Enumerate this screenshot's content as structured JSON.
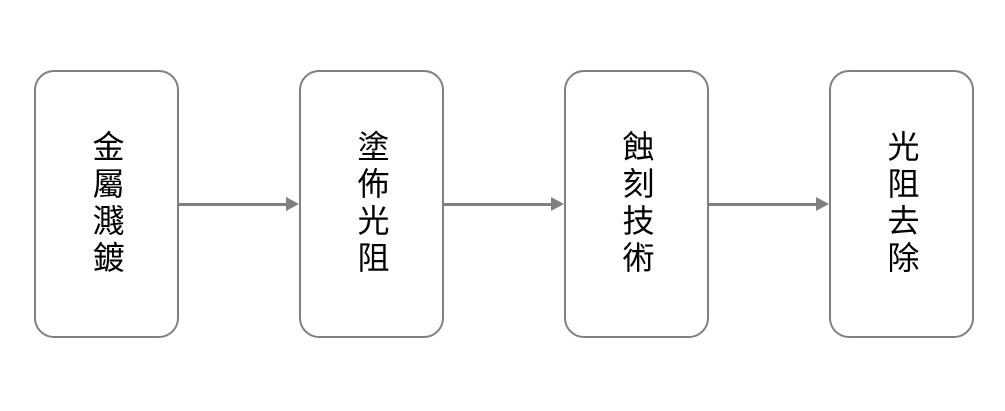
{
  "diagram": {
    "type": "flowchart",
    "direction": "left-to-right",
    "steps": [
      {
        "id": "step-1",
        "label": "金屬濺鍍"
      },
      {
        "id": "step-2",
        "label": "塗佈光阻"
      },
      {
        "id": "step-3",
        "label": "蝕刻技術"
      },
      {
        "id": "step-4",
        "label": "光阻去除"
      }
    ],
    "connectors": [
      {
        "from": "step-1",
        "to": "step-2",
        "style": "arrow"
      },
      {
        "from": "step-2",
        "to": "step-3",
        "style": "arrow"
      },
      {
        "from": "step-3",
        "to": "step-4",
        "style": "arrow"
      }
    ],
    "colors": {
      "background": "#ffffff",
      "box_border": "#808080",
      "arrow": "#808080",
      "text": "#000000"
    }
  }
}
